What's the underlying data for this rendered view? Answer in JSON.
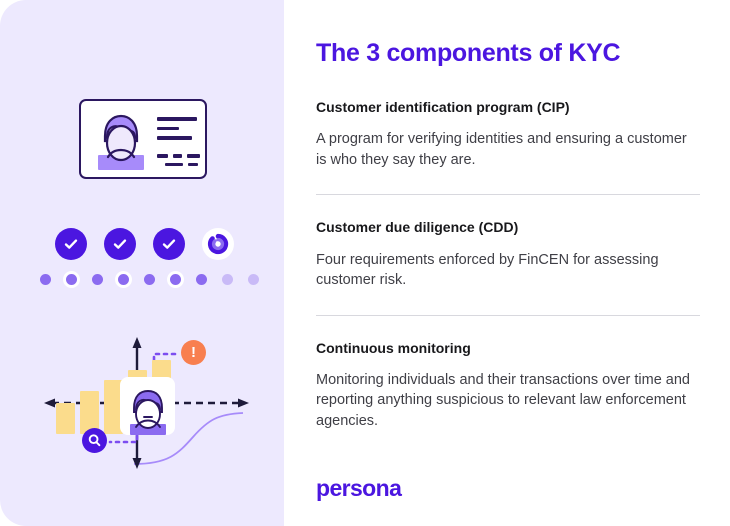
{
  "card": {
    "background": "#FFFFFF",
    "accent_color": "#4B16E0",
    "panel_background": "#EDE9FE"
  },
  "left_panel": {
    "illustrations": {
      "id_card": {
        "name": "identity-card-illustration",
        "border_color": "#2B1760",
        "fill": "#FFFFFF",
        "portrait_color": "#A78BFA"
      },
      "verification_checks": {
        "name": "verification-checks-illustration",
        "completed_count": 3,
        "loading_count": 1,
        "check_color": "#4B16E0",
        "dots_total": 9
      },
      "monitoring": {
        "name": "monitoring-illustration",
        "bar_color": "#FBDC8C",
        "bar_count": 5,
        "alert_color": "#F87F4F",
        "search_color": "#4B16E0",
        "curve_color": "#A78BFA"
      }
    }
  },
  "right_panel": {
    "title": "The 3 components of KYC",
    "sections": [
      {
        "heading": "Customer identification program (CIP)",
        "body": "A program for verifying identities and ensuring a customer is who they say they are."
      },
      {
        "heading": "Customer due diligence (CDD)",
        "body": "Four requirements enforced by FinCEN for assessing customer risk."
      },
      {
        "heading": "Continuous monitoring",
        "body": "Monitoring individuals and their transactions over time and reporting anything suspicious to relevant law enforcement agencies."
      }
    ],
    "logo_text": "persona"
  }
}
